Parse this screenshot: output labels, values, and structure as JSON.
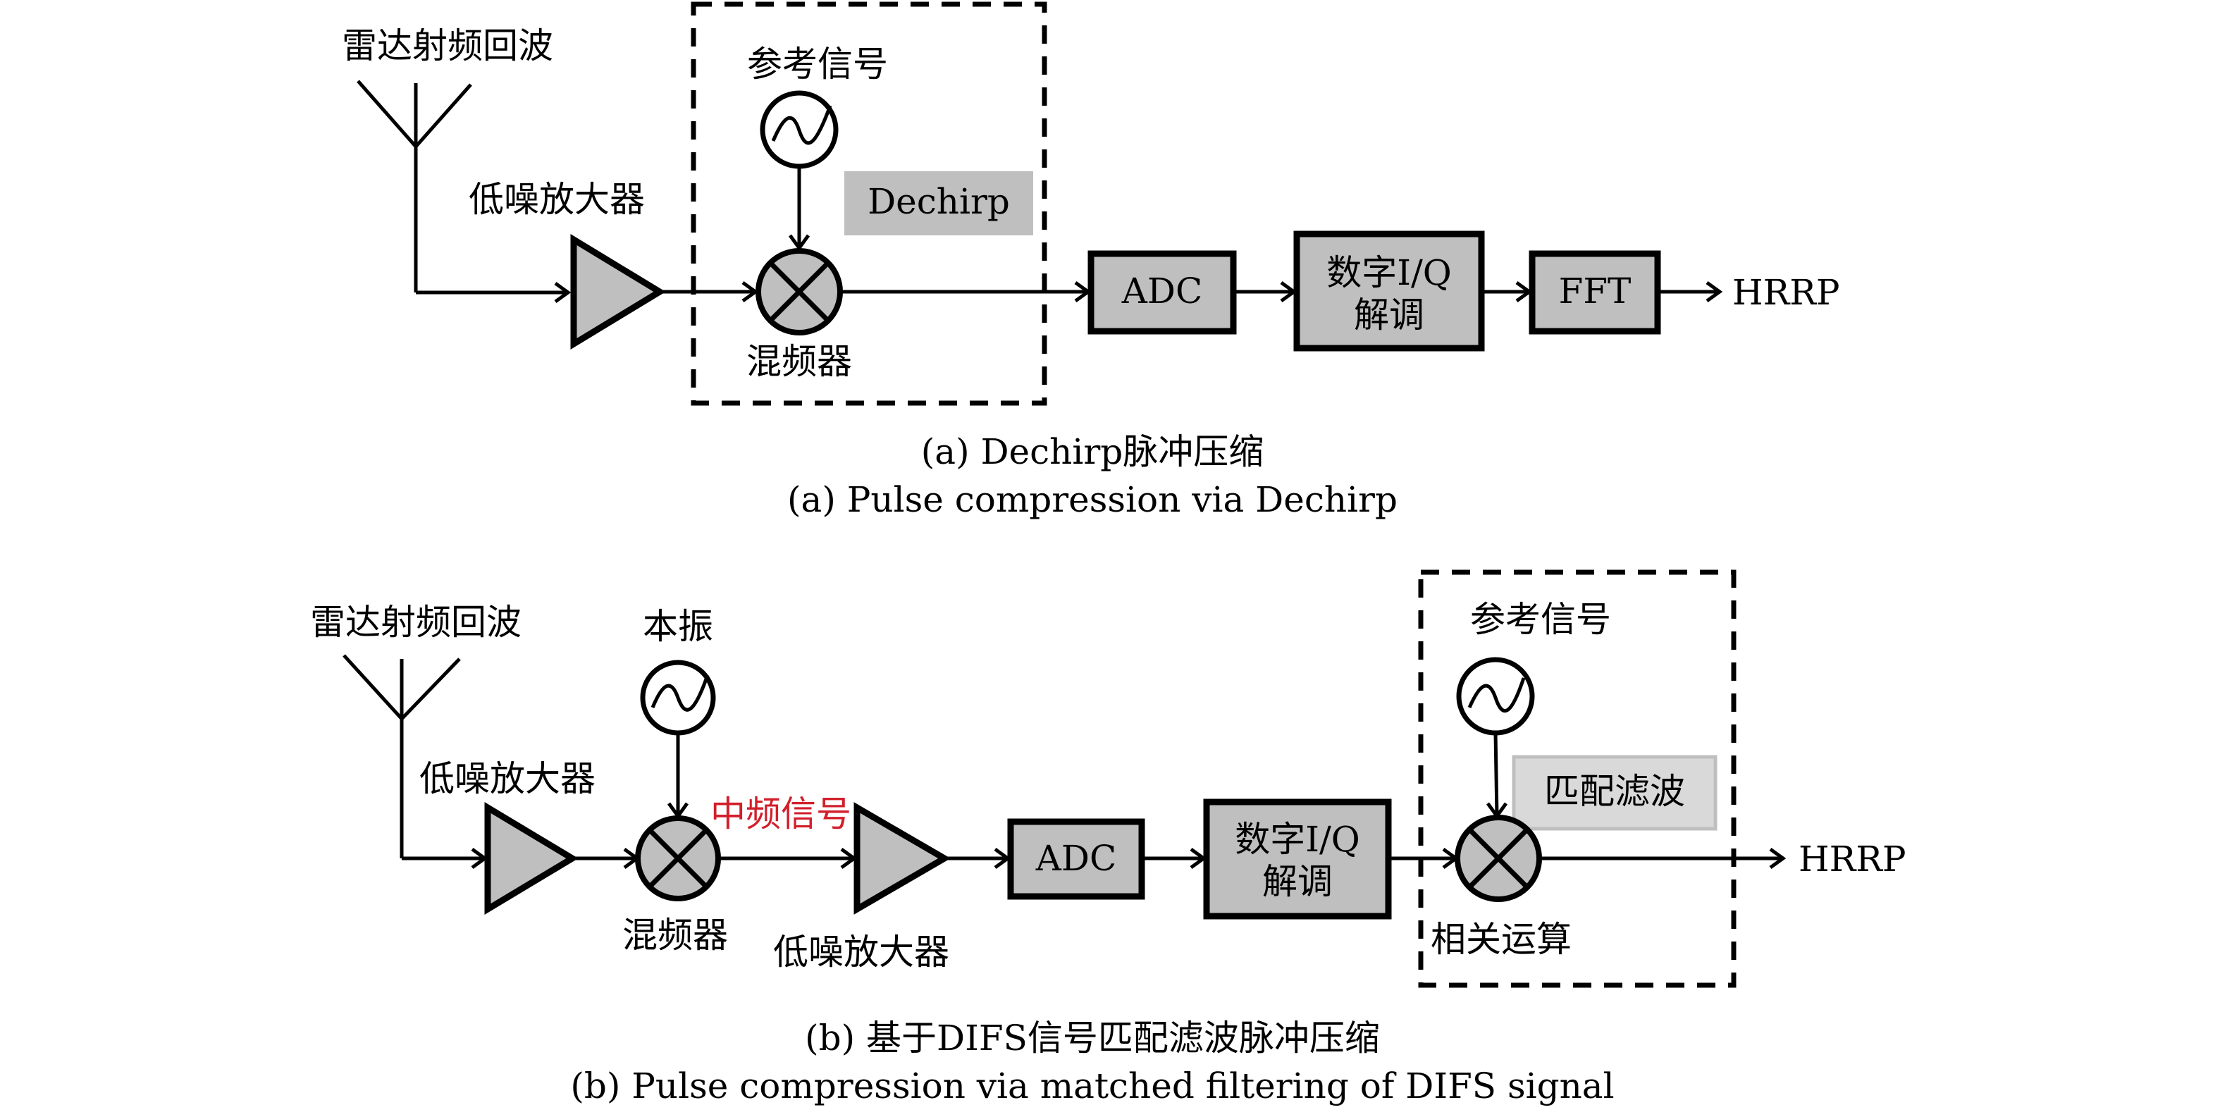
{
  "panel_a": {
    "rf_echo_label": "雷达射频回波",
    "lna_label": "低噪放大器",
    "ref_signal_label": "参考信号",
    "dechirp_label": "Dechirp",
    "mixer_label": "混频器",
    "adc_label": "ADC",
    "iq_label_line1": "数字I/Q",
    "iq_label_line2": "解调",
    "fft_label": "FFT",
    "output_label": "HRRP",
    "caption_zh": "(a) Dechirp脉冲压缩",
    "caption_en": "(a) Pulse compression via Dechirp"
  },
  "panel_b": {
    "rf_echo_label": "雷达射频回波",
    "lo_label": "本振",
    "lna1_label": "低噪放大器",
    "if_signal_label": "中频信号",
    "mixer_label": "混频器",
    "lna2_label": "低噪放大器",
    "adc_label": "ADC",
    "iq_label_line1": "数字I/Q",
    "iq_label_line2": "解调",
    "ref_signal_label": "参考信号",
    "matched_filter_label": "匹配滤波",
    "correlation_label": "相关运算",
    "output_label": "HRRP",
    "caption_zh": "(b) 基于DIFS信号匹配滤波脉冲压缩",
    "caption_en": "(b) Pulse compression via matched filtering of DIFS signal"
  },
  "colors": {
    "block_fill": "#bfbfbf",
    "matched_filter_fill": "#d9d9d9",
    "if_signal_text": "#d21f2b"
  }
}
